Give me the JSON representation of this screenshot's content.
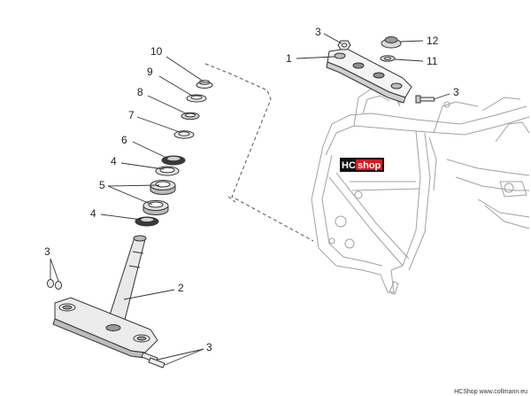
{
  "diagram": {
    "callouts": [
      {
        "id": "c10-top",
        "label": "10"
      },
      {
        "id": "c9",
        "label": "9"
      },
      {
        "id": "c8",
        "label": "8"
      },
      {
        "id": "c7",
        "label": "7"
      },
      {
        "id": "c6",
        "label": "6"
      },
      {
        "id": "c4-upper",
        "label": "4"
      },
      {
        "id": "c5",
        "label": "5"
      },
      {
        "id": "c4-lower",
        "label": "4"
      },
      {
        "id": "c3-left",
        "label": "3"
      },
      {
        "id": "c2",
        "label": "2"
      },
      {
        "id": "c3-bottom",
        "label": "3"
      },
      {
        "id": "c3-top",
        "label": "3"
      },
      {
        "id": "c1",
        "label": "1"
      },
      {
        "id": "c12",
        "label": "12"
      },
      {
        "id": "c11",
        "label": "11"
      },
      {
        "id": "c3-right",
        "label": "3"
      }
    ]
  },
  "logo": {
    "part1": "HC",
    "part2": "shop"
  },
  "footer": {
    "text": "HCShop www.collmann.eu"
  },
  "colors": {
    "line": "#333333",
    "frame": "#9a9a9a",
    "logo_red": "#d71920",
    "logo_black": "#111111"
  }
}
